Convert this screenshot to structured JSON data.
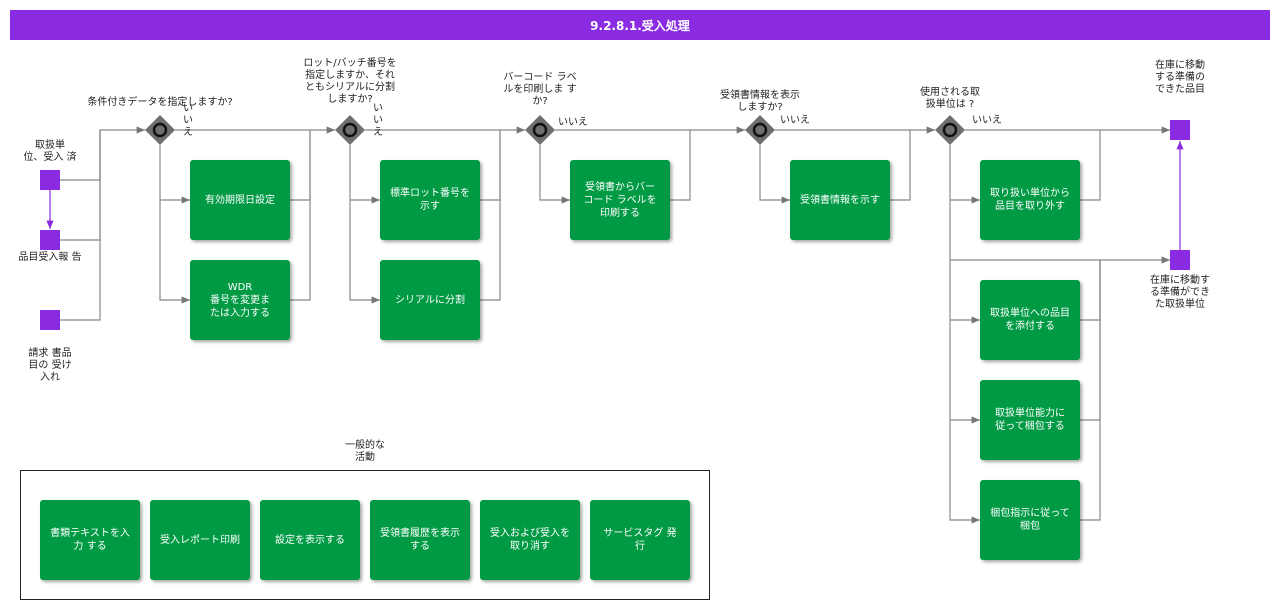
{
  "title": "9.2.8.1.受入処理",
  "events": {
    "e1": "取扱単\n位、受入 済",
    "e2": "品目受入報 告",
    "e3": "請求 書品\n目の 受け\n入れ",
    "end1": "在庫に移動\nする準備の\nできた品目",
    "end2": "在庫に移動す\nる準備ができ\nた取扱単位"
  },
  "gateways": {
    "g1": "条件付きデータを指定しますか?",
    "g2": "ロット/バッチ番号を\n指定しますか、それ\nともシリアルに分割\nしますか?",
    "g3": "バーコード ラベ\nルを印刷しま す\nか?",
    "g4": "受領書情報を表示\nしますか?",
    "g5": "使用される取\n扱単位は ?"
  },
  "no_labels": {
    "g1": "い\nい\nえ",
    "g2": "い\nい\nえ",
    "g3": "いいえ",
    "g4": "いいえ",
    "g5": "いいえ"
  },
  "tasks": {
    "t1": "有効期限日設定",
    "t2": "WDR\n番号を変更ま\nたは入力する",
    "t3": "標準ロット番号を\n示す",
    "t4": "シリアルに分割",
    "t5": "受領書からバー\nコード ラベルを\n印刷する",
    "t6": "受領書情報を示す",
    "t7": "取り扱い単位から\n品目を取り外す",
    "t8": "取扱単位への品目\nを添付する",
    "t9": "取扱単位能力に\n従って梱包する",
    "t10": "梱包指示に従って\n梱包"
  },
  "general": {
    "label": "一般的な\n活動",
    "items": [
      "書類テキストを入\n力 する",
      "受入レポート印刷",
      "設定を表示する",
      "受領書履歴を表示\nする",
      "受入および受入を\n取り消す",
      "サービスタグ 発 行"
    ]
  },
  "colors": {
    "header": "#8a2be2",
    "task": "#009a44",
    "event": "#8a2be2",
    "gateway": "#6f6f6f"
  }
}
